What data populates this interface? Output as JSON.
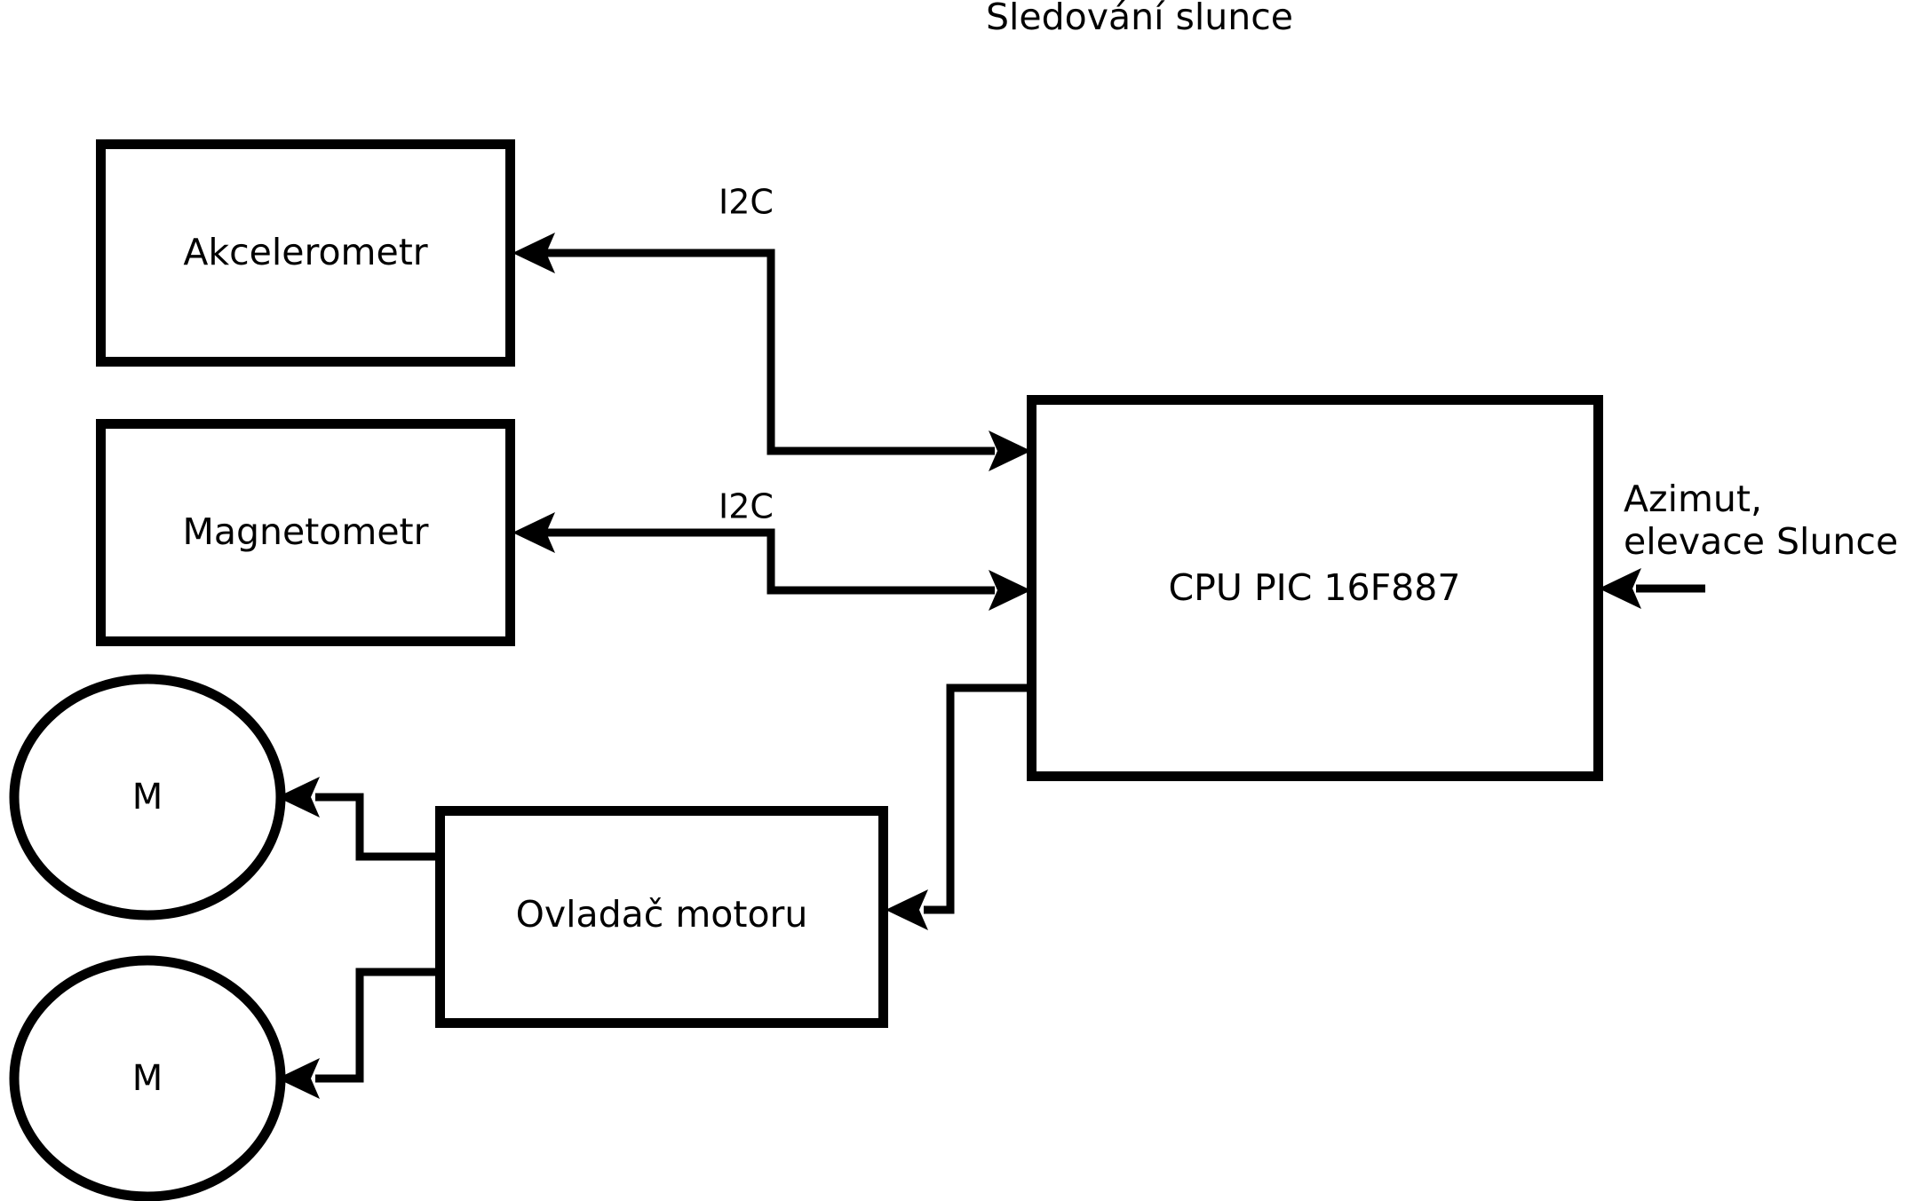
{
  "title": "Sledování slunce",
  "nodes": {
    "accelerometer": {
      "label": "Akcelerometr"
    },
    "magnetometer": {
      "label": "Magnetometr"
    },
    "cpu": {
      "label": "CPU PIC 16F887"
    },
    "motor_driver": {
      "label": "Ovladač motoru"
    },
    "motor_top": {
      "label": "M"
    },
    "motor_bottom": {
      "label": "M"
    }
  },
  "edges": {
    "accelerometer_bus": {
      "label": "I2C"
    },
    "magnetometer_bus": {
      "label": "I2C"
    }
  },
  "io": {
    "sun_input_line1": "Azimut,",
    "sun_input_line2": "elevace Slunce"
  },
  "style": {
    "background": "#ffffff",
    "stroke": "#000000",
    "fill": "#ffffff"
  }
}
